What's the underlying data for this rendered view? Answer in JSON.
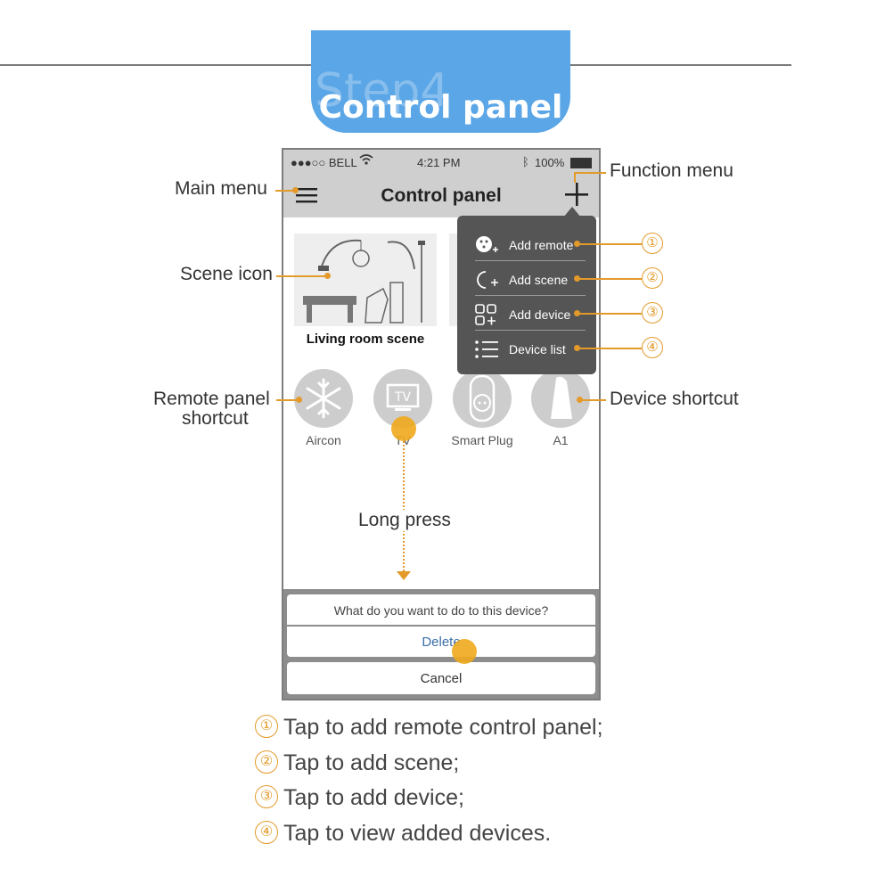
{
  "header": {
    "step_ghost": "Step4",
    "title": "Control panel"
  },
  "status_bar": {
    "carrier": "●●●○○ BELL",
    "time": "4:21 PM",
    "battery": "100%"
  },
  "nav": {
    "title": "Control panel",
    "menu_icon": "hamburger-icon",
    "add_icon": "plus-icon"
  },
  "scene": {
    "label": "Living room scene"
  },
  "shortcuts": [
    {
      "label": "Aircon",
      "icon": "snowflake-icon"
    },
    {
      "label": "TV",
      "icon": "tv-icon"
    },
    {
      "label": "Smart Plug",
      "icon": "smart-plug-icon"
    },
    {
      "label": "A1",
      "icon": "a1-sensor-icon"
    }
  ],
  "function_menu": {
    "items": [
      {
        "label": "Add remote",
        "icon": "remote-add-icon",
        "num": "①"
      },
      {
        "label": "Add scene",
        "icon": "moon-add-icon",
        "num": "②"
      },
      {
        "label": "Add device",
        "icon": "grid-add-icon",
        "num": "③"
      },
      {
        "label": "Device list",
        "icon": "list-icon",
        "num": "④"
      }
    ]
  },
  "action_sheet": {
    "title": "What do you want to do to this device?",
    "delete": "Delete",
    "cancel": "Cancel"
  },
  "annotations": {
    "main_menu": "Main menu",
    "function_menu": "Function menu",
    "scene_icon": "Scene icon",
    "remote_panel_shortcut_1": "Remote panel",
    "remote_panel_shortcut_2": "shortcut",
    "device_shortcut": "Device shortcut",
    "long_press": "Long press"
  },
  "notes": [
    {
      "num": "①",
      "text": "Tap to add remote control panel;"
    },
    {
      "num": "②",
      "text": "Tap to add scene;"
    },
    {
      "num": "③",
      "text": "Tap to add device;"
    },
    {
      "num": "④",
      "text": "Tap to view added devices."
    }
  ],
  "colors": {
    "accent": "#e39a2b",
    "banner": "#5aa6e6",
    "menu_bg": "#555555",
    "delete_text": "#3b6fa8"
  }
}
